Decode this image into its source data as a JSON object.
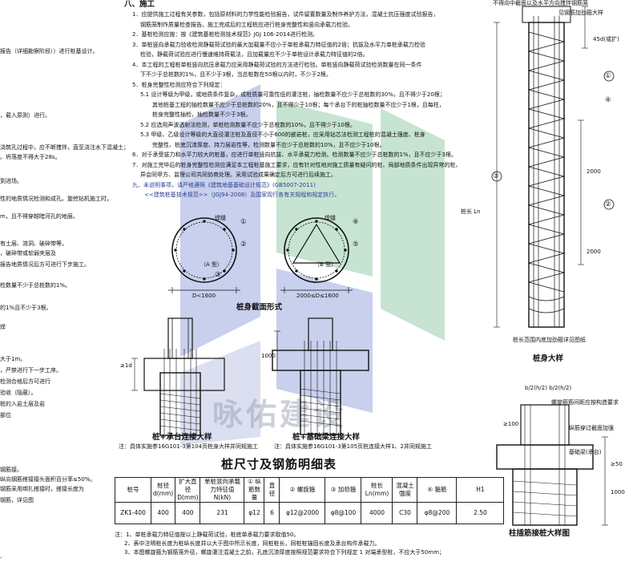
{
  "left_column": [
    "报告（详细勘察阶段））进行桩基设计。",
    "，载入原则）进行。",
    "浇筑孔过程中，应不断搅拌，直至浇注水下混凝土；",
    "。坍落度不得大于28s。",
    "到进场。",
    "性的地质情况检测和成孔。旋挖钻机施工时，",
    "m，且不得穿越暗河孔的地层。",
    "有土层、溶洞、破碎带等，",
    "，破碎带或软弱夹层及",
    "报告地质情况后方可进行下步施工。",
    "检数量不少于总桩数的1%。",
    "的1%且不少于3根。",
    "焊",
    "大于1m。",
    "，严禁进行下一步工序。",
    "检测合格后方可进行",
    "验收（隐蔽）。",
    "桩的入岩土层及岩",
    "部位",
    "钢筋接。",
    "纵向钢筋搭接接头面积百分率≤50%。",
    "钢筋采用绑扎搭接时，搭接长度为",
    "钢筋，详见图",
    "-"
  ],
  "notes": {
    "heading": "八、施工",
    "lines": [
      "1．应提供施工过程有关参数，包括原材料的力学性能检验报告，试件留置数量及制作养护方法，混凝土抗压强度试验报告，",
      "钢筋笼制作质量检查报告。施工完成后的工程桩应进行桩身完整性和竖向承载力检验。",
      "2．基桩检测应按：按《建筑基桩检测技术规范》JGJ 106-2014进行检测。",
      "3．单桩竖向承载力验收检测静载荷试验的最大加载量不应小于单桩承载力特征值的2倍；抗拔及水平力单桩承载力检验",
      "检验，静载荷试验应进行慢速维持荷载法，且加载量应不少于单桩设计承载力特征值的2倍。",
      "4．本工程的工程桩单桩竖向抗压承载力应采用静载荷试验的方法进行检验。单桩竖向静载荷试验检测数量在同一条件",
      "下不少于总桩数的1%，且不少于3根，当总桩数在50根以内时，不少于2根。",
      "5．桩身完整性检测应符合下列规定：",
      "5.1 设计等级为甲级，或地质条件复杂，成桩质量可靠性低的灌注桩，抽检数量不应少于总桩数的30%，且不得少于20根；",
      "其他桩基工程的抽检数量不应少于总桩数的20%，且不得少于10根；每个承台下的桩抽检数量不应少于1根，且每柱，",
      "桩身完整性抽检，抽检数量不少于3根。",
      "5.2 应选用声波透射法检测，单桩检测数量不应少于总桩数的10%，且不得少于10根。",
      "5.3 甲级、乙级设计等级的大直径灌注桩及直径不小于600的嵌岩桩，应采用钻芯法检测工程桩的混凝土强度、桩身",
      "完整性、桩底沉渣厚度、持力层岩性等，检测数量不应少于总桩数的10%，且不应少于10根。",
      "6．对于承受拔力和水平力较大的桩基，应进行单桩竖向抗拔、水平承载力检测。检测数量不应少于总桩数的1%，且不应少于3根。",
      "7．对施工完毕后的桩身完整性检测应满足本工程桩基施工要求，应有针对性地对施工质量有疑问的桩、局部地质条件出现异常的桩、",
      "异会同甲方、监理公司共同协商处理。采用试验成果确定后方可进行后续施工。",
      "九、未说明事项，请严格遵照《建筑地基基础设计规范》(GB5007-2011)",
      "<<建筑桩基技术规范>>（JGJ94-2008）及国家现行各有关规程和规定执行。"
    ]
  },
  "section_a": {
    "weld_label": "焊缝",
    "sub_label": "（A 型）",
    "dim": "D<1600",
    "circled_1": "①",
    "circled_2": "②",
    "circled_3": "③"
  },
  "section_b": {
    "weld_label": "焊缝",
    "sub_label": "（B 型）",
    "dim": "2000≤D≤1600",
    "circled_4": "④",
    "circled_5": "⑤"
  },
  "pile_section_title": "桩身截面形式",
  "detail_cap": {
    "title": "桩+承台连接大样",
    "dim_side": "≥1d",
    "note": "注：具体实施参16G101-3第104页桩身大样并同规施工"
  },
  "detail_beam": {
    "title": "桩+基础梁连接大样",
    "dim_side": "1000",
    "note": "注：具体实施参16G101-3第105页桩连接大样1、2并同规施工"
  },
  "table_title": "桩尺寸及钢筋明细表",
  "table": {
    "headers": [
      "桩号",
      "桩径\nd(mm)",
      "扩大直径\nD(mm)",
      "单桩竖向承载\n力特征值\nN(kN)",
      "① 纵筋数量",
      "直径",
      "② 螺旋箍",
      "③ 加劲箍",
      "桩长\nLn(mm)",
      "混凝土\n强度",
      "④ 箍筋",
      "H1"
    ],
    "row": [
      "ZK1-400",
      "400",
      "400",
      "231",
      "φ12",
      "6",
      "φ12@2000",
      "φ8@100",
      "4000",
      "C30",
      "φ8@200",
      "2.50"
    ]
  },
  "footnotes": [
    "注：1、单桩承载力特征值按以上静载荷试验，桩底单承载力要求取值50。",
    "2、表中注明桩长度为桩纵长度并以大于图中所示长度，同桩桩长，同桩桩锚固长度及承台构件承载力。",
    "3、本图螺旋箍为钢筋笼外径，螺旋灌注混凝土之前，孔底沉渣厚度按照规范要求符合下列规定 1 对端承型桩，不应大于50mm；"
  ],
  "right_top": {
    "label_top": "不得向中截面以及水平方向搅拌钢筋笼",
    "label_ring": "见钢筋加劲箍大样",
    "dim_45d": "45d(或扩)",
    "dim_2000a": "2000",
    "dim_2000b": "2000",
    "dim_length": "桩长 Ln",
    "circled_labels": [
      "①",
      "②",
      "③",
      "④"
    ],
    "note_side": "桩长范围内底加劲箍详见图纸",
    "title": "桩身大样"
  },
  "right_bottom": {
    "label_top": "b/2(h/2)  b/2(h/2)",
    "note_a": "螺旋箍筋间距应按构造要求",
    "note_b": "纵筋穿过截面加强",
    "note_c": "基础梁(承台)",
    "note_d": "≥100",
    "dim_1": "1000",
    "dim_2": "≥50",
    "title": "柱插筋接桩大样图"
  },
  "watermark": "咏佑建设",
  "colors": {
    "ink": "#111111",
    "blue": "#2b3d8f",
    "watermark_blue": "#3d59c4",
    "watermark_green": "#3aa060"
  }
}
